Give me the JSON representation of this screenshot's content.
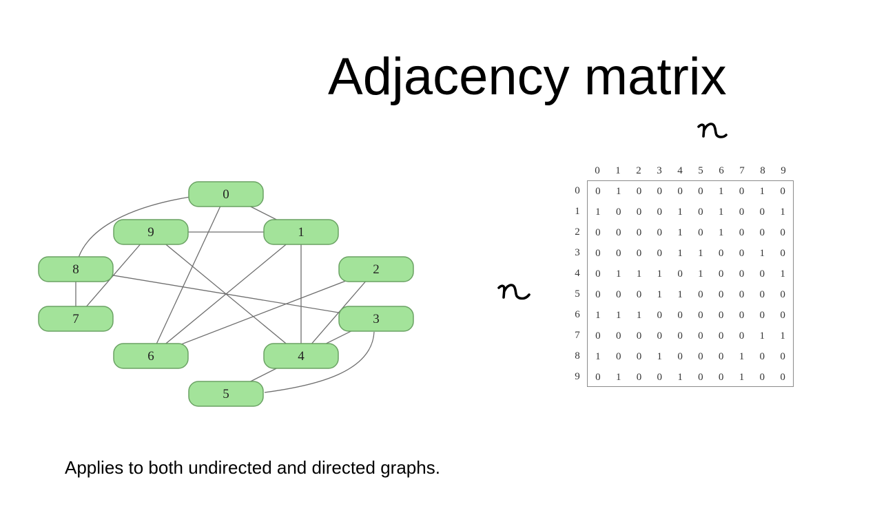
{
  "title": "Adjacency matrix",
  "caption": "Applies to both undirected and directed graphs.",
  "handwritten_n": "n",
  "graph": {
    "nodes": [
      {
        "id": "0",
        "label": "0"
      },
      {
        "id": "1",
        "label": "1"
      },
      {
        "id": "2",
        "label": "2"
      },
      {
        "id": "3",
        "label": "3"
      },
      {
        "id": "4",
        "label": "4"
      },
      {
        "id": "5",
        "label": "5"
      },
      {
        "id": "6",
        "label": "6"
      },
      {
        "id": "7",
        "label": "7"
      },
      {
        "id": "8",
        "label": "8"
      },
      {
        "id": "9",
        "label": "9"
      }
    ],
    "edges": [
      [
        "0",
        "1"
      ],
      [
        "0",
        "6"
      ],
      [
        "0",
        "8"
      ],
      [
        "1",
        "4"
      ],
      [
        "1",
        "6"
      ],
      [
        "1",
        "9"
      ],
      [
        "2",
        "4"
      ],
      [
        "2",
        "6"
      ],
      [
        "3",
        "4"
      ],
      [
        "3",
        "5"
      ],
      [
        "3",
        "8"
      ],
      [
        "4",
        "5"
      ],
      [
        "4",
        "9"
      ],
      [
        "7",
        "8"
      ],
      [
        "7",
        "9"
      ]
    ],
    "node_fill": "#a3e39a",
    "node_stroke": "#6aa263"
  },
  "matrix": {
    "col_labels": [
      "0",
      "1",
      "2",
      "3",
      "4",
      "5",
      "6",
      "7",
      "8",
      "9"
    ],
    "row_labels": [
      "0",
      "1",
      "2",
      "3",
      "4",
      "5",
      "6",
      "7",
      "8",
      "9"
    ],
    "rows": [
      [
        "0",
        "1",
        "0",
        "0",
        "0",
        "0",
        "1",
        "0",
        "1",
        "0"
      ],
      [
        "1",
        "0",
        "0",
        "0",
        "1",
        "0",
        "1",
        "0",
        "0",
        "1"
      ],
      [
        "0",
        "0",
        "0",
        "0",
        "1",
        "0",
        "1",
        "0",
        "0",
        "0"
      ],
      [
        "0",
        "0",
        "0",
        "0",
        "1",
        "1",
        "0",
        "0",
        "1",
        "0"
      ],
      [
        "0",
        "1",
        "1",
        "1",
        "0",
        "1",
        "0",
        "0",
        "0",
        "1"
      ],
      [
        "0",
        "0",
        "0",
        "1",
        "1",
        "0",
        "0",
        "0",
        "0",
        "0"
      ],
      [
        "1",
        "1",
        "1",
        "0",
        "0",
        "0",
        "0",
        "0",
        "0",
        "0"
      ],
      [
        "0",
        "0",
        "0",
        "0",
        "0",
        "0",
        "0",
        "0",
        "1",
        "1"
      ],
      [
        "1",
        "0",
        "0",
        "1",
        "0",
        "0",
        "0",
        "1",
        "0",
        "0"
      ],
      [
        "0",
        "1",
        "0",
        "0",
        "1",
        "0",
        "0",
        "1",
        "0",
        "0"
      ]
    ]
  }
}
